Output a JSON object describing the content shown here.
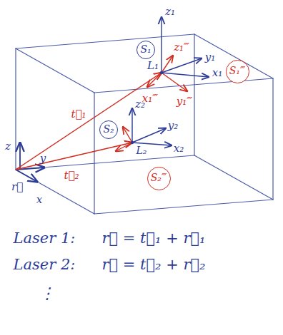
{
  "diagram": {
    "nodes": [
      {
        "text": [
          "S₁"
        ]
      },
      {
        "text": [
          "S₁‴"
        ]
      },
      {
        "text": [
          "S₂"
        ]
      },
      {
        "text": [
          "S₂‴"
        ]
      }
    ],
    "labels": [
      "z₁",
      "z₁‴",
      "L₁",
      "y₁",
      "x₁",
      "x₁‴",
      "y₁‴",
      "t⃗₁",
      "z₂",
      "y₂",
      "x₂",
      "L₂",
      "z",
      "y",
      "t⃗₂",
      "r⃗",
      "x",
      "Laser 1:",
      "r⃗ = t⃗₁ + r⃗₁",
      "Laser 2:",
      "r⃗ = t⃗₂ + r⃗₂",
      "⋮"
    ]
  }
}
